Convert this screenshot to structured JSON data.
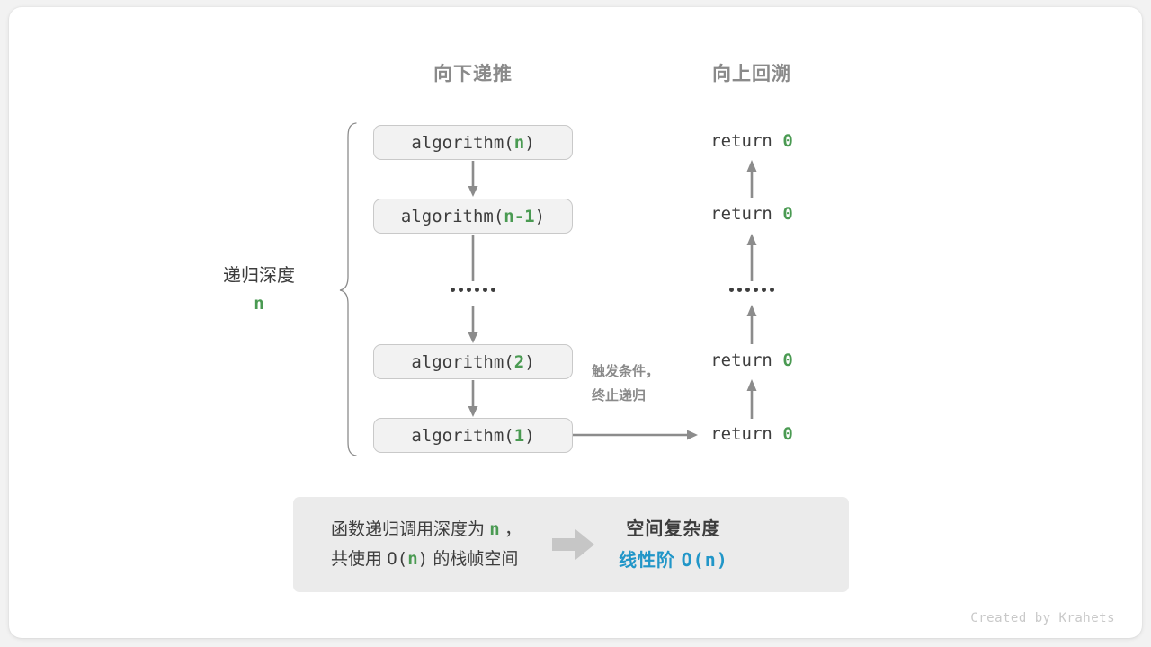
{
  "diagram": {
    "columns": {
      "down_label": "向下递推",
      "up_label": "向上回溯"
    },
    "call_stack": [
      {
        "prefix": "algorithm(",
        "arg": "n",
        "suffix": ")"
      },
      {
        "prefix": "algorithm(",
        "arg": "n-1",
        "suffix": ")"
      },
      {
        "prefix": "algorithm(",
        "arg": "2",
        "suffix": ")"
      },
      {
        "prefix": "algorithm(",
        "arg": "1",
        "suffix": ")"
      }
    ],
    "returns": [
      {
        "keyword": "return",
        "value": "0"
      },
      {
        "keyword": "return",
        "value": "0"
      },
      {
        "keyword": "return",
        "value": "0"
      },
      {
        "keyword": "return",
        "value": "0"
      }
    ],
    "ellipsis_dot_count": 6,
    "depth": {
      "label": "递归深度",
      "value": "n"
    },
    "trigger_note_line1": "触发条件，",
    "trigger_note_line2": "终止递归"
  },
  "summary": {
    "line1_a": "函数递归调用深度为",
    "line1_var": "n",
    "line1_b": "，",
    "line2_a": "共使用",
    "line2_big_o_open": "O(",
    "line2_var": "n",
    "line2_big_o_close": ")",
    "line2_b": "的栈帧空间",
    "title": "空间复杂度",
    "complexity_name": "线性阶",
    "complexity_notation": "O(n)"
  },
  "footer": {
    "credit": "Created by Krahets"
  },
  "colors": {
    "accent_green": "#4a9a52",
    "accent_blue": "#2196c8",
    "text": "#3d3d3d",
    "muted": "#8a8a8a",
    "connector": "#8c8c8c",
    "panel_bg": "#ebebeb"
  }
}
